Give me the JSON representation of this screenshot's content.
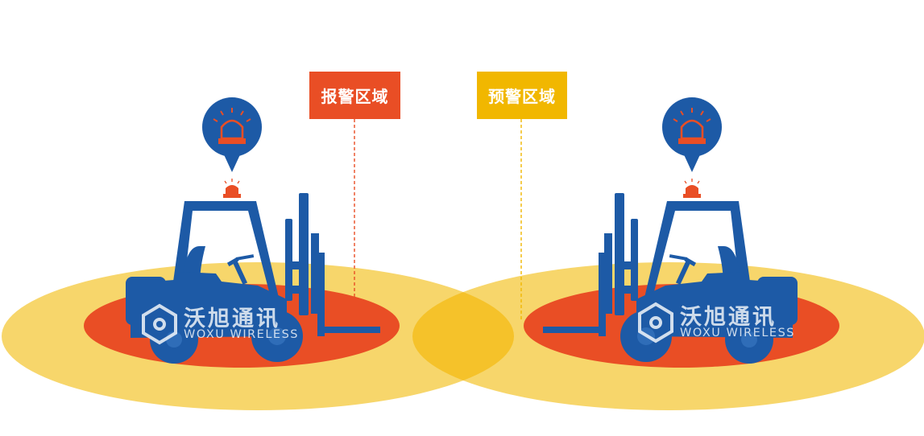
{
  "labels": {
    "alarm_zone": "报警区域",
    "warning_zone": "预警区域"
  },
  "watermark": {
    "brand_cn": "沃旭通讯",
    "brand_en": "WOXU WIRELESS"
  },
  "colors": {
    "warning_zone_fill": "#F7D66B",
    "overlap_fill": "#F5C22A",
    "alarm_zone_fill": "#E94E25",
    "forklift_blue": "#1D5AA6",
    "alarm_label_bg": "#E94E25",
    "warning_label_bg": "#F1B700",
    "alarm_guide_line": "#E94E25",
    "warning_guide_line": "#F1B700"
  },
  "icons": {
    "beacon_marker": "warning-light-pin-icon",
    "beacon_light": "warning-light-icon",
    "logo": "woxu-logo-icon"
  }
}
